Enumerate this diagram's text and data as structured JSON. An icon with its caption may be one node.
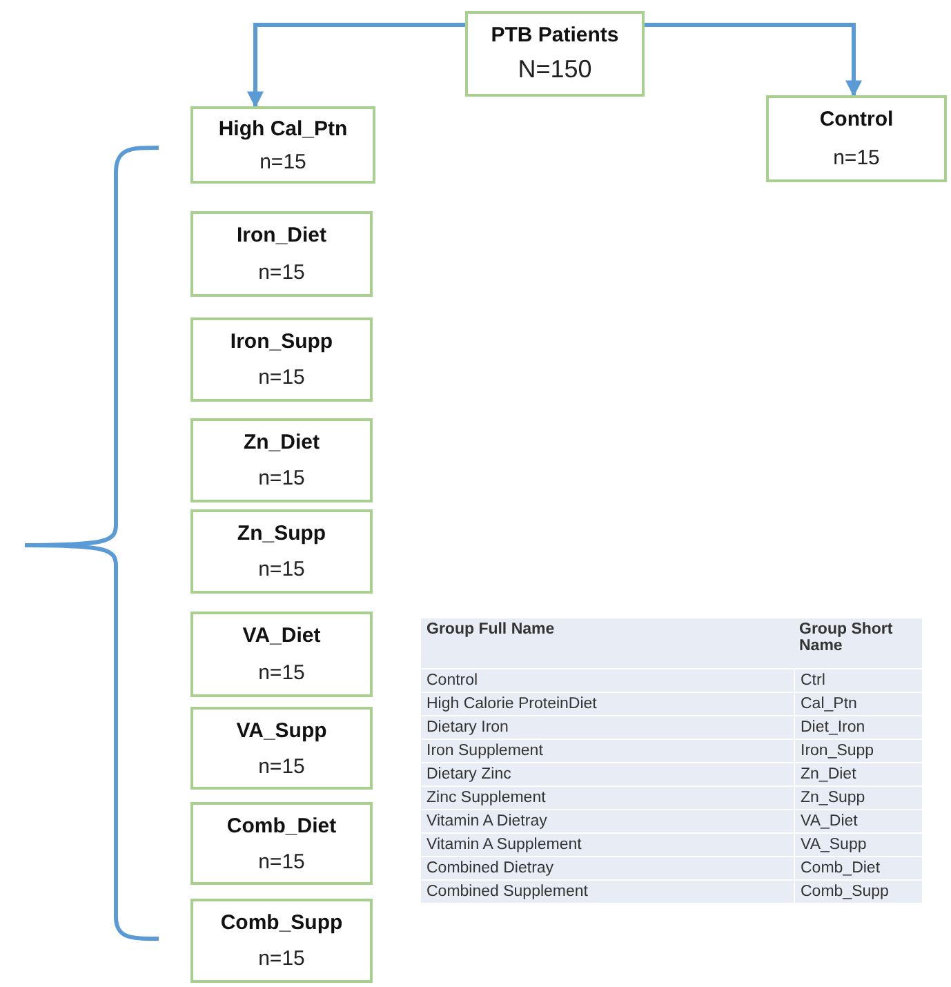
{
  "diagram": {
    "nodes": [
      {
        "text": [
          "PTB Patients",
          "N=150"
        ]
      },
      {
        "text": [
          "High Cal_Ptn",
          "n=15"
        ]
      },
      {
        "text": [
          "Control",
          "n=15"
        ]
      },
      {
        "text": [
          "Iron_Diet",
          "n=15"
        ]
      },
      {
        "text": [
          "Iron_Supp",
          "n=15"
        ]
      },
      {
        "text": [
          "Zn_Diet",
          "n=15"
        ]
      },
      {
        "text": [
          "Zn_Supp",
          "n=15"
        ]
      },
      {
        "text": [
          "VA_Diet",
          "n=15"
        ]
      },
      {
        "text": [
          "VA_Supp",
          "n=15"
        ]
      },
      {
        "text": [
          "Comb_Diet",
          "n=15"
        ]
      },
      {
        "text": [
          "Comb_Supp",
          "n=15"
        ]
      }
    ],
    "edges": [
      {
        "from": 0,
        "to": 1,
        "arrow": "to"
      },
      {
        "from": 0,
        "to": 2,
        "arrow": "to"
      }
    ],
    "labels": [
      "Group Full Name",
      "Group Short Name",
      "Control",
      "Ctrl",
      "High Calorie ProteinDiet",
      "Cal_Ptn",
      "Dietary Iron",
      "Diet_Iron",
      "Iron Supplement",
      "Iron_Supp",
      "Dietary Zinc",
      "Zn_Diet",
      "Zinc Supplement",
      "Zn_Supp",
      "Vitamin A Dietray",
      "VA_Diet",
      "Vitamin A Supplement",
      "VA_Supp",
      "Combined Dietray",
      "Comb_Diet",
      "Combined Supplement",
      "Comb_Supp"
    ]
  }
}
